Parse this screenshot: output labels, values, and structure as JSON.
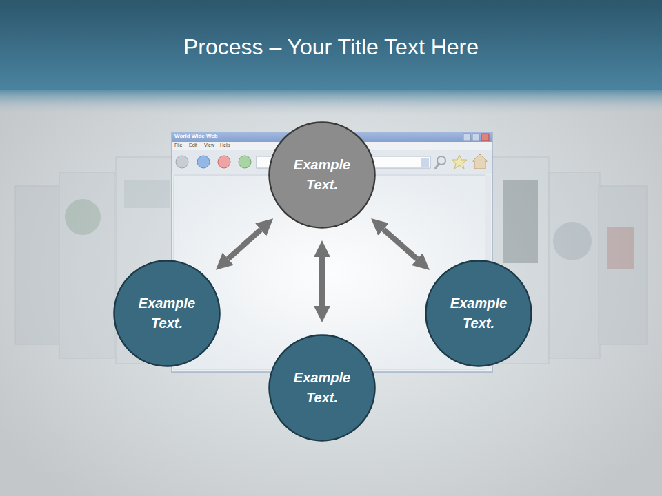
{
  "diagram": {
    "title": "Process – Your Title Text Here",
    "nodes": [
      {
        "text": [
          "Example Text."
        ]
      },
      {
        "text": [
          "Example Text."
        ]
      },
      {
        "text": [
          "Example Text."
        ]
      },
      {
        "text": [
          "Example Text."
        ]
      }
    ],
    "edges": [
      {
        "from": 0,
        "to": 1,
        "arrow": "both"
      },
      {
        "from": 0,
        "to": 2,
        "arrow": "both"
      },
      {
        "from": 0,
        "to": 3,
        "arrow": "both"
      }
    ],
    "labels": [
      "World Wide Web",
      "File",
      "Edit",
      "View",
      "Help"
    ]
  }
}
